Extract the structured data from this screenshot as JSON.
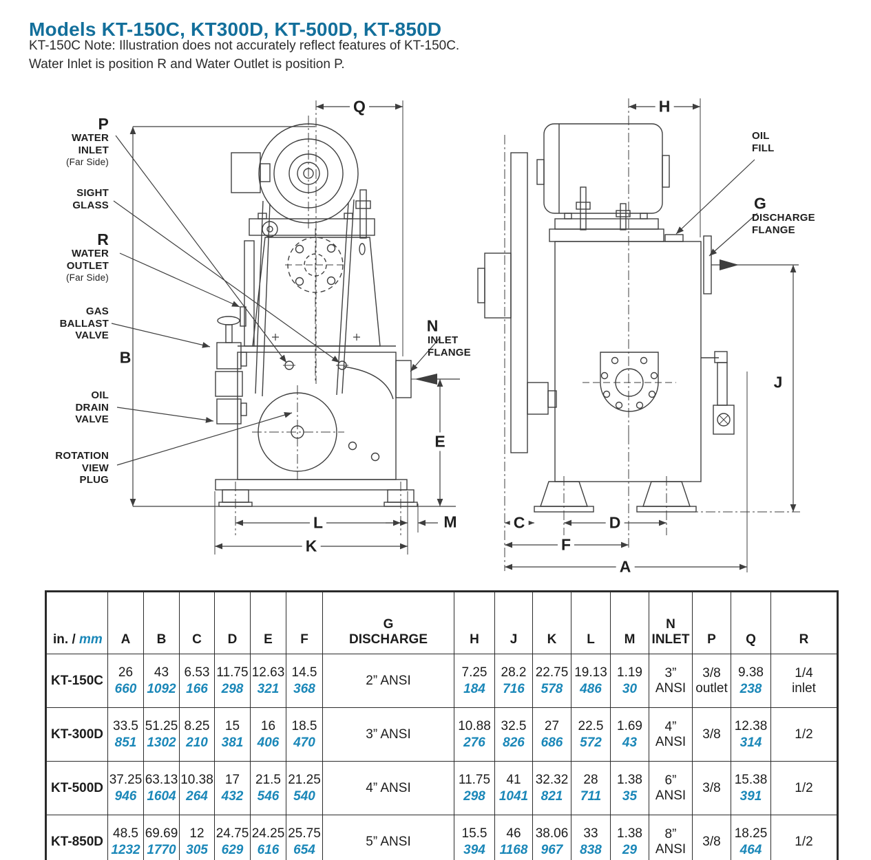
{
  "header": {
    "title": "Models KT-150C, KT300D, KT-500D, KT-850D",
    "note_line1": "KT-150C Note: Illustration does not accurately reflect features of KT-150C.",
    "note_line2": "Water Inlet is position R and Water Outlet is position P."
  },
  "colors": {
    "accent": "#136F9B",
    "metric_blue": "#1A87B8",
    "line_art": "#3E3E3E"
  },
  "front_view": {
    "labels": {
      "q": "Q",
      "b": "B",
      "e": "E",
      "m": "M",
      "l": "L",
      "k": "K",
      "p_letter": "P",
      "p_text": "WATER\nINLET",
      "p_sub": "(Far Side)",
      "sight": "SIGHT\nGLASS",
      "r_letter": "R",
      "r_text": "WATER\nOUTLET",
      "r_sub": "(Far Side)",
      "gas": "GAS\nBALLAST\nVALVE",
      "oil_drain": "OIL\nDRAIN\nVALVE",
      "rotation": "ROTATION\nVIEW\nPLUG",
      "n_letter": "N",
      "n_text": "INLET\nFLANGE"
    }
  },
  "side_view": {
    "labels": {
      "h": "H",
      "j": "J",
      "c": "C",
      "d": "D",
      "f": "F",
      "a": "A",
      "oil_fill": "OIL\nFILL",
      "g_letter": "G",
      "g_text": "DISCHARGE\nFLANGE"
    }
  },
  "table": {
    "units": {
      "inches": "in. /",
      "metric": "mm"
    },
    "columns": [
      "A",
      "B",
      "C",
      "D",
      "E",
      "F",
      "G\nDISCHARGE",
      "H",
      "J",
      "K",
      "L",
      "M",
      "N\nINLET",
      "P",
      "Q",
      "R"
    ],
    "rows": [
      {
        "model": "KT-150C",
        "cells": [
          {
            "in": "26",
            "mm": "660"
          },
          {
            "in": "43",
            "mm": "1092"
          },
          {
            "in": "6.53",
            "mm": "166"
          },
          {
            "in": "11.75",
            "mm": "298"
          },
          {
            "in": "12.63",
            "mm": "321"
          },
          {
            "in": "14.5",
            "mm": "368"
          },
          {
            "text": "2” ANSI"
          },
          {
            "in": "7.25",
            "mm": "184"
          },
          {
            "in": "28.2",
            "mm": "716"
          },
          {
            "in": "22.75",
            "mm": "578"
          },
          {
            "in": "19.13",
            "mm": "486"
          },
          {
            "in": "1.19",
            "mm": "30"
          },
          {
            "text": "3”\nANSI"
          },
          {
            "text": "3/8\noutlet"
          },
          {
            "in": "9.38",
            "mm": "238"
          },
          {
            "text": "1/4\ninlet"
          }
        ]
      },
      {
        "model": "KT-300D",
        "cells": [
          {
            "in": "33.5",
            "mm": "851"
          },
          {
            "in": "51.25",
            "mm": "1302"
          },
          {
            "in": "8.25",
            "mm": "210"
          },
          {
            "in": "15",
            "mm": "381"
          },
          {
            "in": "16",
            "mm": "406"
          },
          {
            "in": "18.5",
            "mm": "470"
          },
          {
            "text": "3” ANSI"
          },
          {
            "in": "10.88",
            "mm": "276"
          },
          {
            "in": "32.5",
            "mm": "826"
          },
          {
            "in": "27",
            "mm": "686"
          },
          {
            "in": "22.5",
            "mm": "572"
          },
          {
            "in": "1.69",
            "mm": "43"
          },
          {
            "text": "4”\nANSI"
          },
          {
            "text": "3/8"
          },
          {
            "in": "12.38",
            "mm": "314"
          },
          {
            "text": "1/2"
          }
        ]
      },
      {
        "model": "KT-500D",
        "cells": [
          {
            "in": "37.25",
            "mm": "946"
          },
          {
            "in": "63.13",
            "mm": "1604"
          },
          {
            "in": "10.38",
            "mm": "264"
          },
          {
            "in": "17",
            "mm": "432"
          },
          {
            "in": "21.5",
            "mm": "546"
          },
          {
            "in": "21.25",
            "mm": "540"
          },
          {
            "text": "4” ANSI"
          },
          {
            "in": "11.75",
            "mm": "298"
          },
          {
            "in": "41",
            "mm": "1041"
          },
          {
            "in": "32.32",
            "mm": "821"
          },
          {
            "in": "28",
            "mm": "711"
          },
          {
            "in": "1.38",
            "mm": "35"
          },
          {
            "text": "6”\nANSI"
          },
          {
            "text": "3/8"
          },
          {
            "in": "15.38",
            "mm": "391"
          },
          {
            "text": "1/2"
          }
        ]
      },
      {
        "model": "KT-850D",
        "cells": [
          {
            "in": "48.5",
            "mm": "1232"
          },
          {
            "in": "69.69",
            "mm": "1770"
          },
          {
            "in": "12",
            "mm": "305"
          },
          {
            "in": "24.75",
            "mm": "629"
          },
          {
            "in": "24.25",
            "mm": "616"
          },
          {
            "in": "25.75",
            "mm": "654"
          },
          {
            "text": "5” ANSI"
          },
          {
            "in": "15.5",
            "mm": "394"
          },
          {
            "in": "46",
            "mm": "1168"
          },
          {
            "in": "38.06",
            "mm": "967"
          },
          {
            "in": "33",
            "mm": "838"
          },
          {
            "in": "1.38",
            "mm": "29"
          },
          {
            "text": "8”\nANSI"
          },
          {
            "text": "3/8"
          },
          {
            "in": "18.25",
            "mm": "464"
          },
          {
            "text": "1/2"
          }
        ]
      }
    ]
  }
}
